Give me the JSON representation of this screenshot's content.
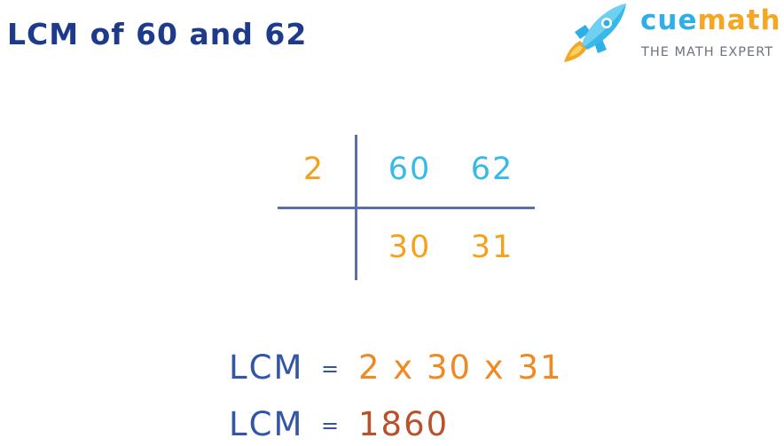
{
  "title": "LCM of 60 and 62",
  "logo": {
    "brand": "cuemath",
    "tagline": "THE MATH EXPERT",
    "icon": "rocket-icon"
  },
  "division": {
    "divisor": "2",
    "row1": [
      "60",
      "62"
    ],
    "row2": [
      "30",
      "31"
    ]
  },
  "equations": [
    {
      "label": "LCM",
      "sign": "=",
      "value": "2 x 30 x 31"
    },
    {
      "label": "LCM",
      "sign": "=",
      "value": "1860"
    }
  ],
  "colors": {
    "title": "#1e3a8a",
    "brand_blue": "#2eb0e6",
    "brand_orange": "#f5a623",
    "tagline": "#6b7280",
    "divisor": "#f4a21e",
    "row1": "#39b9e8",
    "row2": "#f4a21e",
    "lines": "#5b6fa8",
    "eq_label": "#3355a8",
    "eq_value_1": "#ef8a22",
    "eq_value_2": "#b8522a"
  }
}
